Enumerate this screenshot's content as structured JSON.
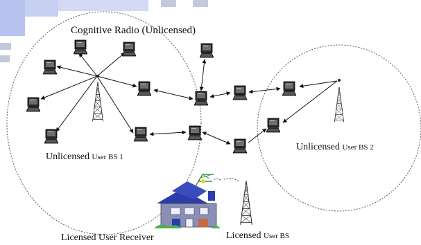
{
  "diagram": {
    "title": "Cognitive Radio (Unlicensed)",
    "bs1_label": {
      "main": "Unlicensed ",
      "sub": "User BS 1"
    },
    "bs2_label": {
      "main": "Unlicensed ",
      "sub": "User BS 2"
    },
    "licensed_receiver_label": "Licensed User Receiver",
    "licensed_bs_label": {
      "main": "Licensed ",
      "sub": "User BS"
    }
  },
  "colors": {
    "ellipse": "#555555",
    "link": "#111111",
    "tower": "#222222",
    "house_roof": "#2c3ca8",
    "house_wall": "#8a8fb5",
    "deco": "#b9c3ef"
  },
  "icons": [
    "laptop-icon",
    "tower-icon",
    "house-icon",
    "antenna-icon"
  ]
}
